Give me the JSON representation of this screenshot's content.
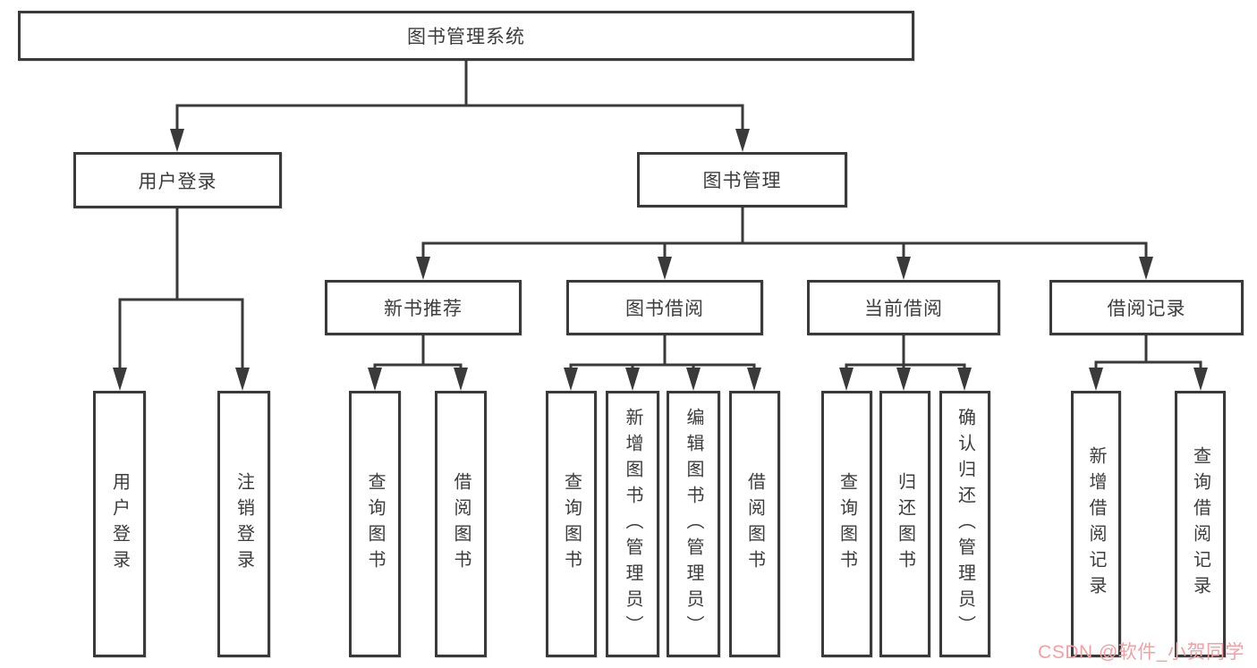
{
  "tree": {
    "root": {
      "label": "图书管理系统"
    },
    "level2": [
      {
        "label": "用户登录"
      },
      {
        "label": "图书管理"
      }
    ],
    "level3": [
      {
        "label": "新书推荐"
      },
      {
        "label": "图书借阅"
      },
      {
        "label": "当前借阅"
      },
      {
        "label": "借阅记录"
      }
    ],
    "leaves": {
      "user_login": [
        "用户登录",
        "注销登录"
      ],
      "new_book": [
        "查询图书",
        "借阅图书"
      ],
      "book_borrow": [
        "查询图书",
        "新增图书（管理员）",
        "编辑图书（管理员）",
        "借阅图书"
      ],
      "current_borrow": [
        "查询图书",
        "归还图书",
        "确认归还（管理员）"
      ],
      "borrow_records": [
        "新增借阅记录",
        "查询借阅记录"
      ]
    }
  },
  "watermark": {
    "text": "CSDN @软件_小贺同学",
    "color": "#f2a0a4"
  },
  "colors": {
    "line": "#3a3a3a",
    "box_border": "#3a3a3a",
    "text": "#3c3c3c",
    "background": "#ffffff"
  }
}
